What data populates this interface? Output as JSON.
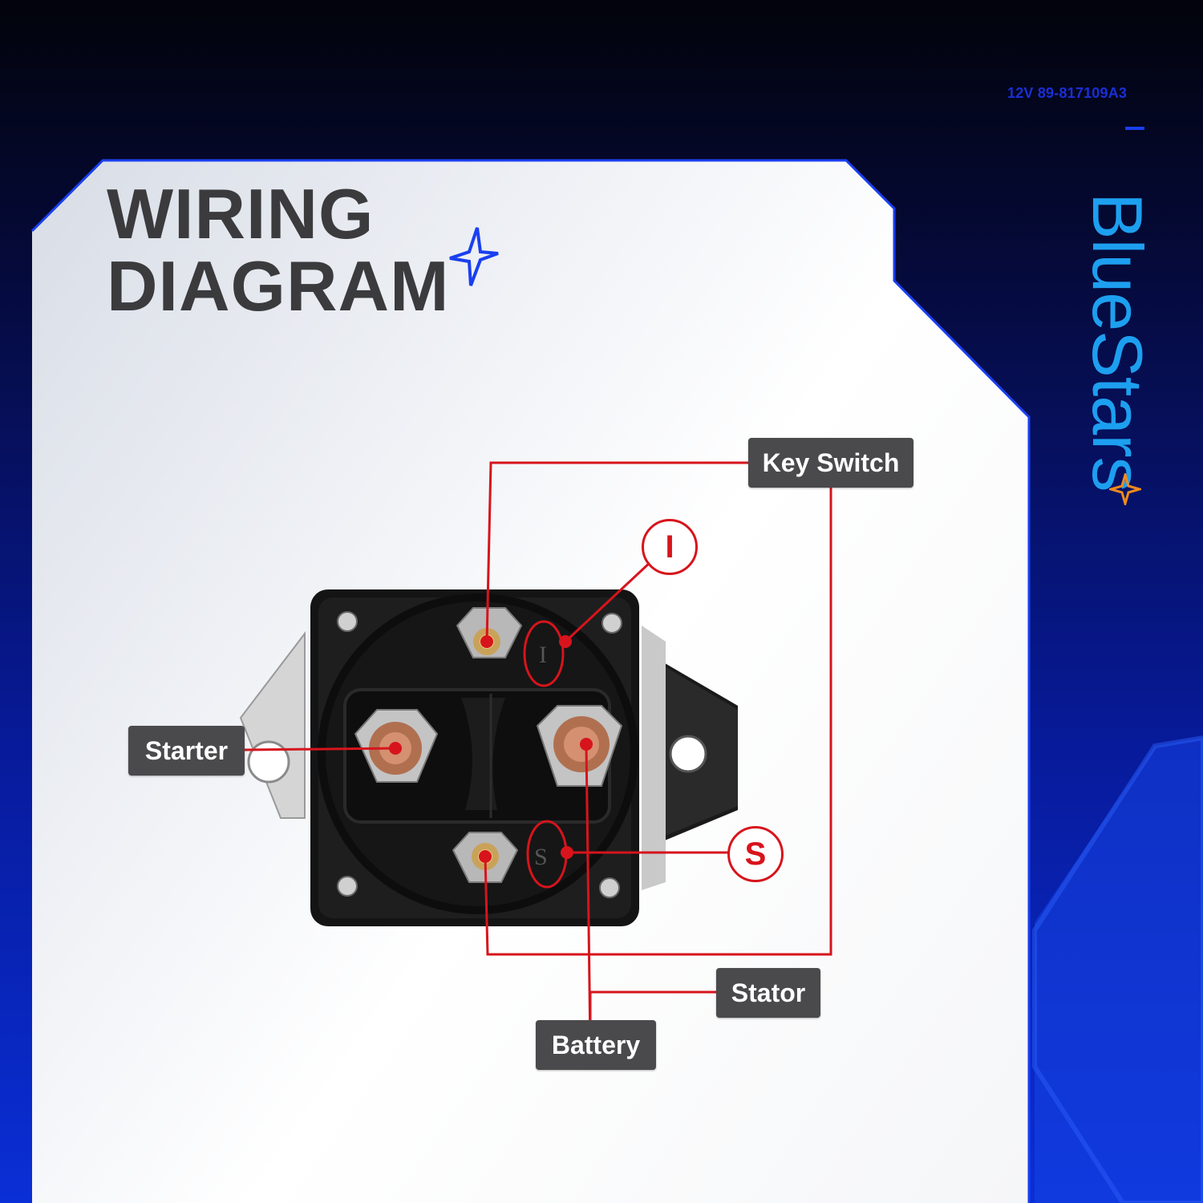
{
  "header": {
    "product_code": "12V 89-817109A3",
    "brand_name": "BlueStars",
    "title_line1": "WIRING",
    "title_line2": "DIAGRAM"
  },
  "diagram": {
    "labels": {
      "key_switch": "Key Switch",
      "starter": "Starter",
      "stator": "Stator",
      "battery": "Battery"
    },
    "terminal_markers": {
      "i": "I",
      "s": "S"
    }
  },
  "colors": {
    "wire": "#d7141c",
    "label_bg": "#4a4a4c",
    "brand": "#1d9ff0",
    "accent": "#1a3ff0"
  },
  "icons": [
    "star-icon",
    "solenoid-image"
  ]
}
